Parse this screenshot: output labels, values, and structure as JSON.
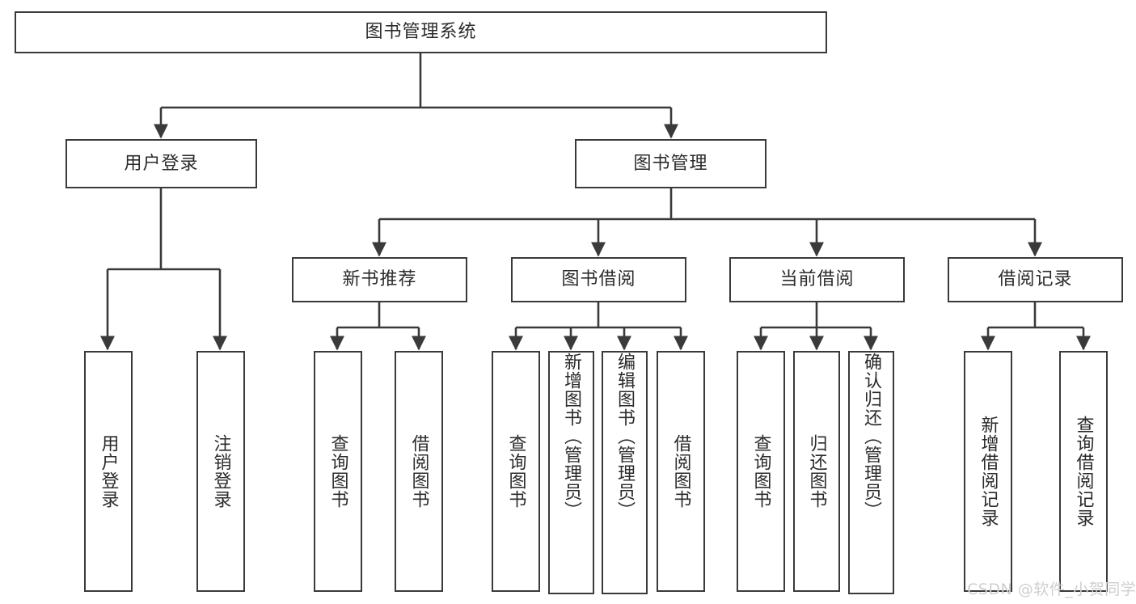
{
  "diagram": {
    "type": "tree-hierarchy",
    "root": {
      "label": "图书管理系统"
    },
    "level1": [
      {
        "label": "用户登录"
      },
      {
        "label": "图书管理"
      }
    ],
    "level2": [
      {
        "label": "新书推荐"
      },
      {
        "label": "图书借阅"
      },
      {
        "label": "当前借阅"
      },
      {
        "label": "借阅记录"
      }
    ],
    "leaves": [
      {
        "label": "用户登录"
      },
      {
        "label": "注销登录"
      },
      {
        "label": "查询图书"
      },
      {
        "label": "借阅图书"
      },
      {
        "label": "查询图书"
      },
      {
        "label": "新增图书（管理员）"
      },
      {
        "label": "编辑图书（管理员）"
      },
      {
        "label": "借阅图书"
      },
      {
        "label": "查询图书"
      },
      {
        "label": "归还图书"
      },
      {
        "label": "确认归还（管理员）"
      },
      {
        "label": "新增借阅记录"
      },
      {
        "label": "查询借阅记录"
      }
    ]
  },
  "watermark": {
    "text": "CSDN @软件_小贺同学"
  },
  "colors": {
    "box_border": "#3a3a3a",
    "box_fill": "#ffffff",
    "text": "#2b2b2b",
    "edge": "#3a3a3a",
    "watermark": "#cfcfcf",
    "background": "#ffffff"
  }
}
